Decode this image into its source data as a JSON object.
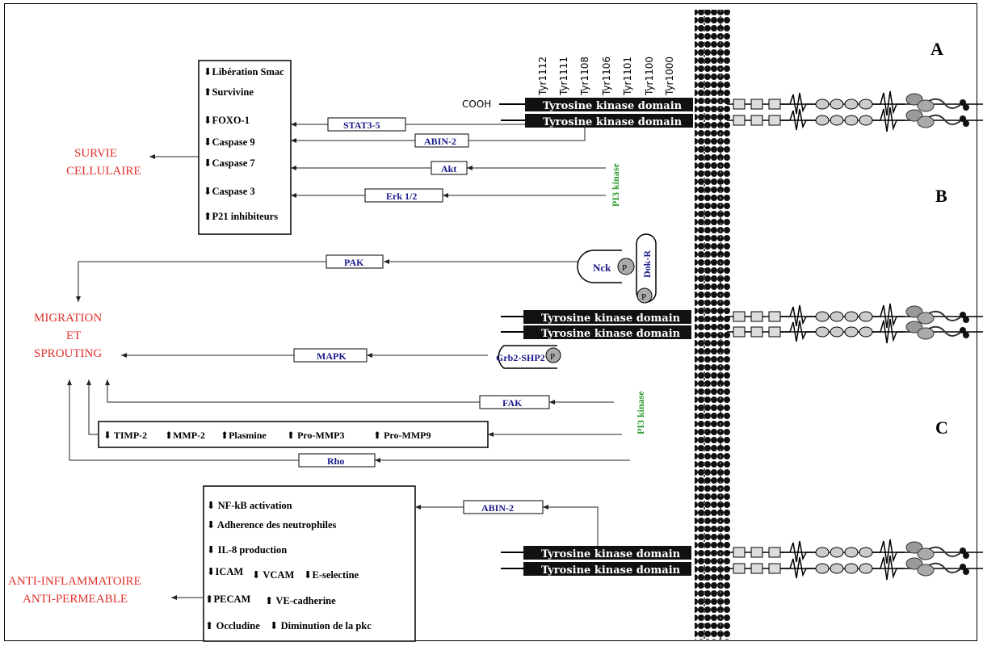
{
  "panels": [
    "A",
    "B",
    "C"
  ],
  "outcomes": {
    "survival": [
      "SURVIE",
      "CELLULAIRE"
    ],
    "migration": [
      "MIGRATION",
      "ET",
      "SPROUTING"
    ],
    "antiinflam": [
      "ANTI-INFLAMMATOIRE",
      "ANTI-PERMEABLE"
    ]
  },
  "tyr_labels": [
    "Tyr1112",
    "Tyr1111",
    "Tyr1108",
    "Tyr1106",
    "Tyr1101",
    "Tyr1100",
    "Tyr1000"
  ],
  "cooh": "COOH",
  "kinase_domain": "Tyrosine kinase domain",
  "survival_list": [
    {
      "dir": "down",
      "text": "Libération Smac"
    },
    {
      "dir": "up",
      "text": "Survivine"
    },
    {
      "dir": "down",
      "text": "FOXO-1"
    },
    {
      "dir": "down",
      "text": "Caspase 9"
    },
    {
      "dir": "down",
      "text": "Caspase 7"
    },
    {
      "dir": "down",
      "text": "Caspase 3"
    },
    {
      "dir": "up",
      "text": "P21 inhibiteurs"
    }
  ],
  "signals_a": {
    "stat": "STAT3-5",
    "abin": "ABIN-2",
    "akt": "Akt",
    "erk": "Erk 1/2",
    "pi3k": "PI3 kinase"
  },
  "signals_b": {
    "pak": "PAK",
    "nck": "Nck",
    "dok": "Dok-R",
    "p": "P",
    "mapk": "MAPK",
    "grb": "Grb2-SHP2",
    "fak": "FAK",
    "rho": "Rho",
    "pi3k": "PI3 kinase"
  },
  "migration_effects": [
    {
      "dir": "down",
      "text": "TIMP-2"
    },
    {
      "dir": "up",
      "text": "MMP-2"
    },
    {
      "dir": "up",
      "text": "Plasmine"
    },
    {
      "dir": "up",
      "text": "Pro-MMP3"
    },
    {
      "dir": "up",
      "text": "Pro-MMP9"
    }
  ],
  "signals_c": {
    "abin": "ABIN-2"
  },
  "inflam_list": {
    "nfkb": "NF-kB activation",
    "adh": "Adherence des neutrophiles",
    "il8": "IL-8 production",
    "icam": "ICAM",
    "vcam": "VCAM",
    "esel": "E-selectine",
    "pecam": "PECAM",
    "vecad": "VE-cadherine",
    "occl": "Occludine",
    "pkc": "Diminution de la pkc"
  }
}
